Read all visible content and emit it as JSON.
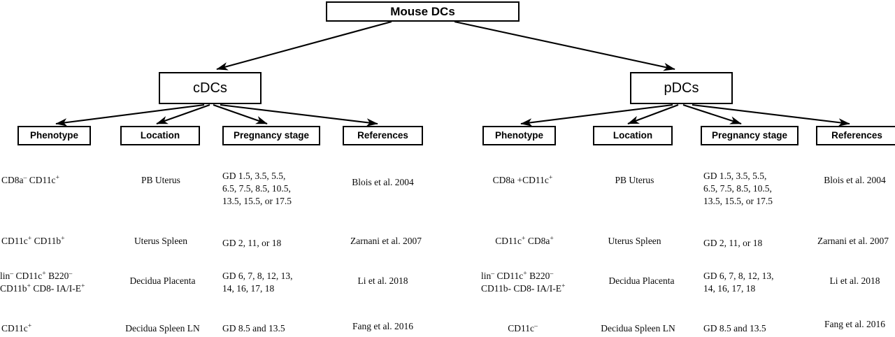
{
  "root": {
    "label": "Mouse DCs"
  },
  "branches": [
    {
      "id": "cdcs",
      "label": "cDCs",
      "columns": [
        {
          "id": "phenotype",
          "label": "Phenotype"
        },
        {
          "id": "location",
          "label": "Location"
        },
        {
          "id": "pregnancy_stage",
          "label": "Pregnancy stage"
        },
        {
          "id": "references",
          "label": "References"
        }
      ],
      "rows": [
        {
          "phenotype": "CD8a– CD11c+",
          "location": "PB Uterus",
          "pregnancy_stage": "GD 1.5, 3.5, 5.5,\n6.5, 7.5, 8.5, 10.5,\n13.5, 15.5, or 17.5",
          "references": "Blois et al. 2004"
        },
        {
          "phenotype": "CD11c+ CD11b+",
          "location": "Uterus Spleen",
          "pregnancy_stage": "GD 2, 11, or 18",
          "references": "Zarnani et al. 2007"
        },
        {
          "phenotype": "lin– CD11c+ B220–\nCD11b+ CD8- IA/I-E+",
          "location": "Decidua Placenta",
          "pregnancy_stage": "GD 6, 7, 8, 12, 13,\n14, 16, 17, 18",
          "references": "Li et al. 2018"
        },
        {
          "phenotype": "CD11c+",
          "location": "Decidua Spleen LN",
          "pregnancy_stage": "GD 8.5 and 13.5",
          "references": "Fang et al. 2016"
        }
      ]
    },
    {
      "id": "pdcs",
      "label": "pDCs",
      "columns": [
        {
          "id": "phenotype",
          "label": "Phenotype"
        },
        {
          "id": "location",
          "label": "Location"
        },
        {
          "id": "pregnancy_stage",
          "label": "Pregnancy stage"
        },
        {
          "id": "references",
          "label": "References"
        }
      ],
      "rows": [
        {
          "phenotype": "CD8a +CD11c+",
          "location": "PB Uterus",
          "pregnancy_stage": "GD 1.5, 3.5, 5.5,\n6.5, 7.5, 8.5, 10.5,\n13.5, 15.5, or 17.5",
          "references": "Blois et al. 2004"
        },
        {
          "phenotype": "CD11c+ CD8a+",
          "location": "Uterus Spleen",
          "pregnancy_stage": "GD 2, 11, or 18",
          "references": "Zarnani et al. 2007"
        },
        {
          "phenotype": "lin– CD11c+ B220–\nCD11b- CD8- IA/I-E+",
          "location": "Decidua Placenta",
          "pregnancy_stage": "GD 6, 7, 8, 12, 13,\n14, 16, 17, 18",
          "references": "Li et al. 2018"
        },
        {
          "phenotype": "CD11c–",
          "location": "Decidua Spleen LN",
          "pregnancy_stage": "GD 8.5 and 13.5",
          "references": "Fang et al. 2016"
        }
      ]
    }
  ],
  "colors": {
    "stroke": "#000000",
    "text": "#0a0a0a",
    "background": "#ffffff"
  }
}
